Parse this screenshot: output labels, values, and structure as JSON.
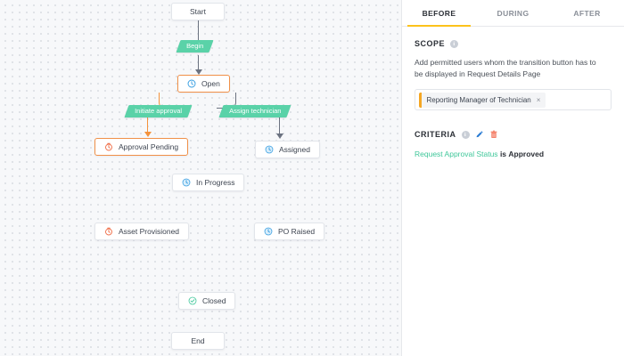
{
  "canvas": {
    "nodes": [
      {
        "id": "start",
        "label": "Start",
        "icon": "none",
        "type": "terminal",
        "selected": false
      },
      {
        "id": "open",
        "label": "Open",
        "icon": "clock-blue-icon",
        "type": "status",
        "selected": true
      },
      {
        "id": "approval",
        "label": "Approval Pending",
        "icon": "clock-orange-icon",
        "type": "status",
        "selected": true
      },
      {
        "id": "assigned",
        "label": "Assigned",
        "icon": "clock-blue-icon",
        "type": "status",
        "selected": false
      },
      {
        "id": "inprog",
        "label": "In Progress",
        "icon": "clock-blue-icon",
        "type": "status",
        "selected": false
      },
      {
        "id": "asset",
        "label": "Asset Provisioned",
        "icon": "clock-orange-icon",
        "type": "status",
        "selected": false
      },
      {
        "id": "po",
        "label": "PO Raised",
        "icon": "clock-blue-icon",
        "type": "status",
        "selected": false
      },
      {
        "id": "closed",
        "label": "Closed",
        "icon": "check-green-icon",
        "type": "status",
        "selected": false
      },
      {
        "id": "end",
        "label": "End",
        "icon": "none",
        "type": "terminal",
        "selected": false
      }
    ],
    "transitions": [
      {
        "id": "begin",
        "label": "Begin"
      },
      {
        "id": "initiate",
        "label": "Initiate approval"
      },
      {
        "id": "assign",
        "label": "Assign technician"
      }
    ],
    "colors": {
      "transition_fill": "#5ad2a8",
      "selected_border": "#f09048",
      "edge": "#6b7280",
      "edge_orange": "#f4923c",
      "canvas_bg": "#f7f8fa"
    }
  },
  "panel": {
    "tabs": [
      {
        "id": "before",
        "label": "BEFORE",
        "active": true
      },
      {
        "id": "during",
        "label": "DURING",
        "active": false
      },
      {
        "id": "after",
        "label": "AFTER",
        "active": false
      }
    ],
    "active_tab_underline_color": "#fcc21b",
    "scope": {
      "title": "SCOPE",
      "info": "i",
      "description": "Add permitted users whom the transition button has to be displayed in Request Details Page",
      "chips": [
        {
          "label": "Reporting Manager of Technician",
          "remove": "×",
          "bar_color": "#f5a623"
        }
      ]
    },
    "criteria": {
      "title": "CRITERIA",
      "info": "i",
      "edit_label": "edit",
      "delete_label": "delete",
      "expression": {
        "field": "Request Approval Status",
        "operator": "is",
        "value": "Approved"
      },
      "field_color": "#3fc79a"
    }
  }
}
